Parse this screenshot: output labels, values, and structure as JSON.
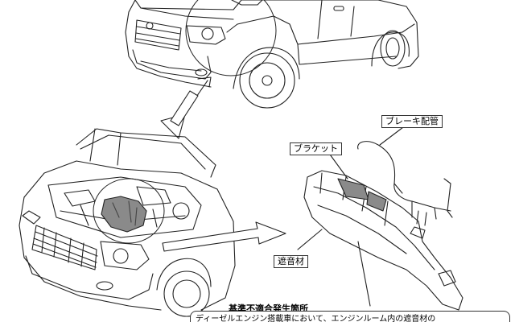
{
  "diagram": {
    "labels": {
      "brake_pipe": "ブレーキ配管",
      "bracket": "ブラケット",
      "sound_insulator": "遮音材"
    },
    "caption": {
      "title": "基準不適合発生箇所",
      "text": "ディーゼルエンジン搭載車において、エンジンルーム内の遮音材の"
    },
    "colors": {
      "line": "#222222",
      "highlight": "#8a8a8a",
      "background": "#ffffff"
    }
  }
}
